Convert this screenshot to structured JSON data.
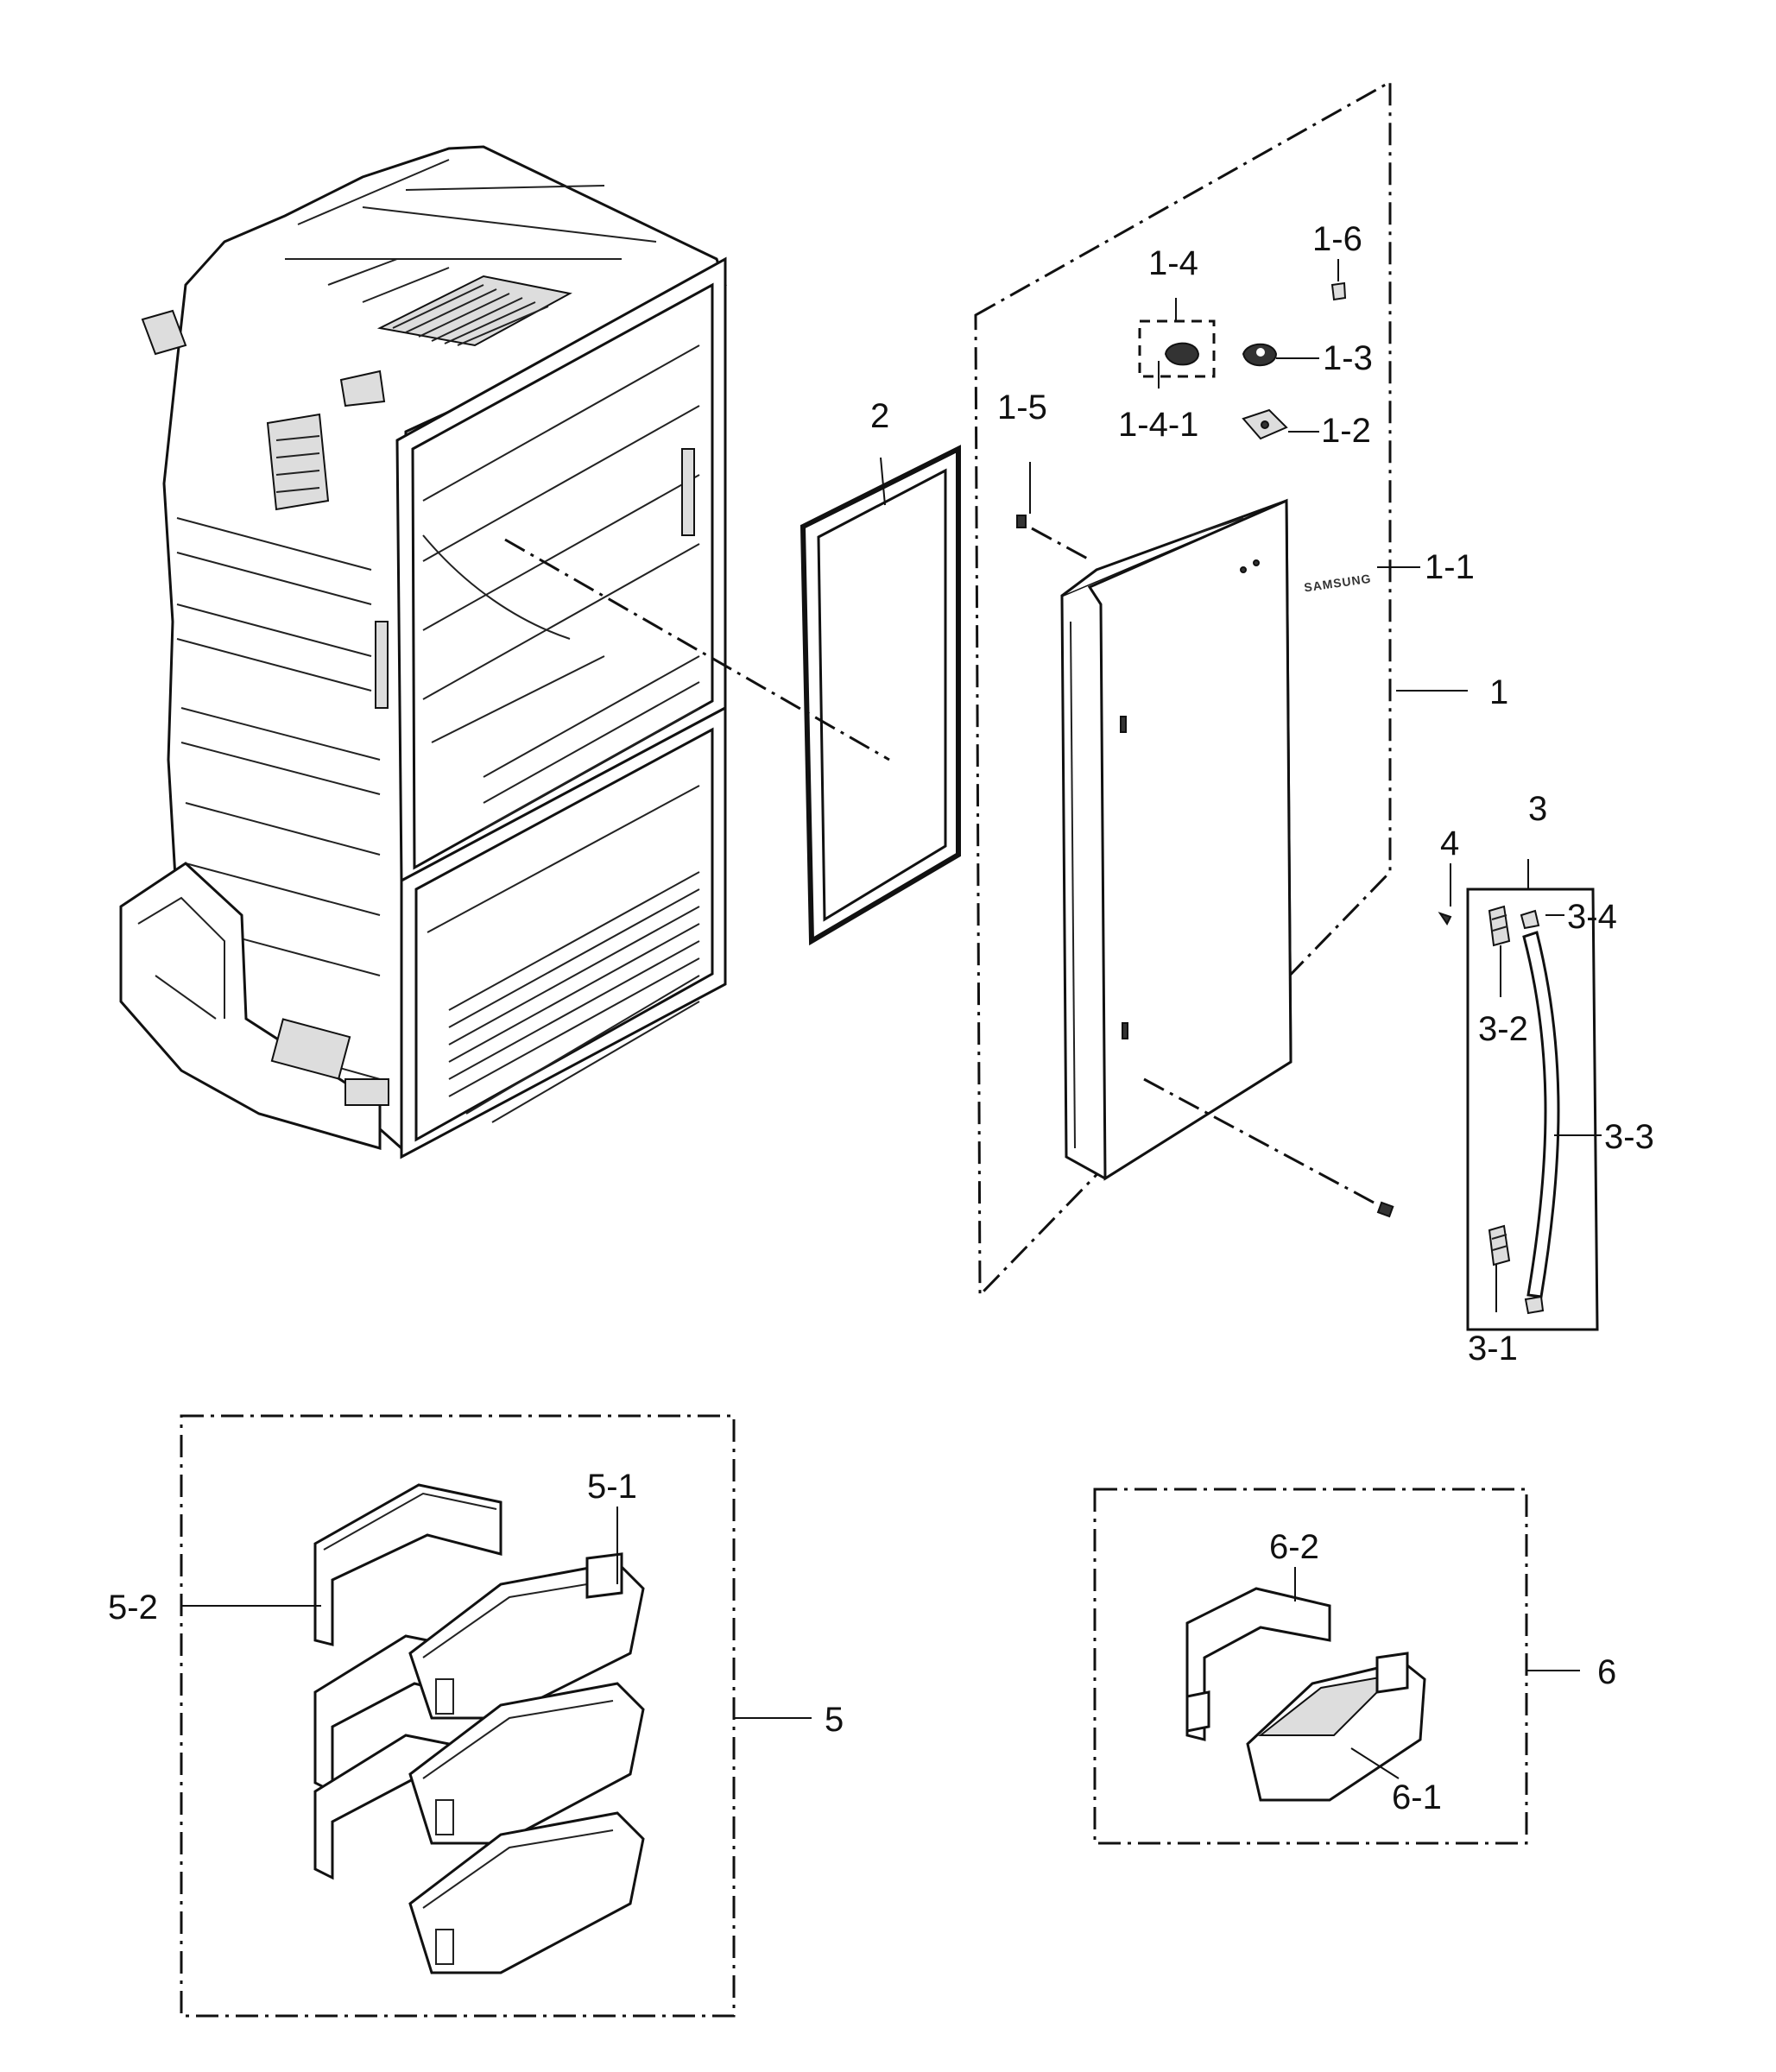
{
  "labels": {
    "p1": "1",
    "p1_1": "1-1",
    "p1_2": "1-2",
    "p1_3": "1-3",
    "p1_4": "1-4",
    "p1_4_1": "1-4-1",
    "p1_5": "1-5",
    "p1_6": "1-6",
    "p2": "2",
    "p3": "3",
    "p3_1": "3-1",
    "p3_2": "3-2",
    "p3_3": "3-3",
    "p3_4": "3-4",
    "p4": "4",
    "p5": "5",
    "p5_1": "5-1",
    "p5_2": "5-2",
    "p6": "6",
    "p6_1": "6-1",
    "p6_2": "6-2"
  },
  "logo_text": "SAMSUNG",
  "colors": {
    "line": "#111111",
    "background": "#ffffff"
  }
}
